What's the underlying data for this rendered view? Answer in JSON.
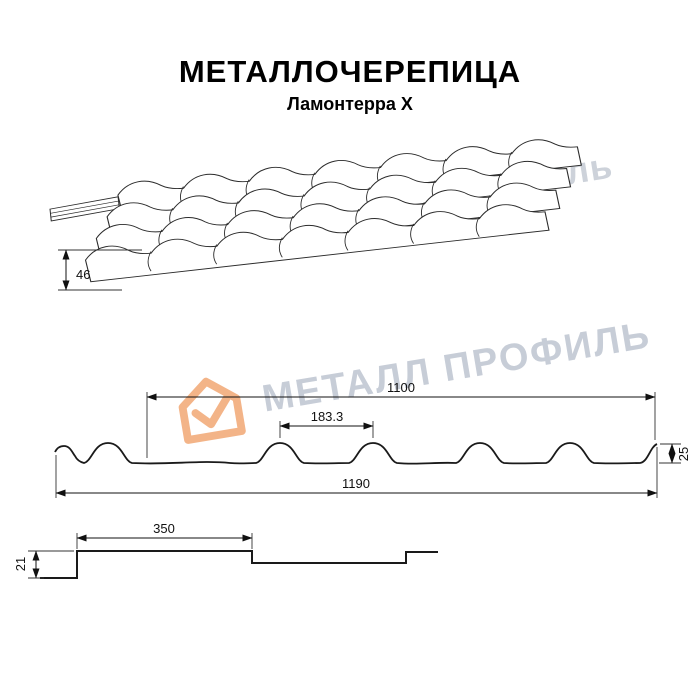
{
  "header": {
    "title": "МЕТАЛЛОЧЕРЕПИЦА",
    "subtitle": "Ламонтерра Х"
  },
  "watermark": {
    "top_text": "Профиль",
    "main_text": "МЕТАЛЛ ПРОФИЛЬ"
  },
  "perspective_view": {
    "height_dim": "46"
  },
  "cross_section": {
    "overall_width": "1190",
    "cover_width": "1100",
    "wave_step": "183.3",
    "profile_height": "25"
  },
  "side_profile": {
    "module_length": "350",
    "step_height": "21"
  },
  "colors": {
    "line": "#1a1a1a",
    "watermark_text": "#c7cdd7",
    "watermark_logo": "#f3b488"
  }
}
